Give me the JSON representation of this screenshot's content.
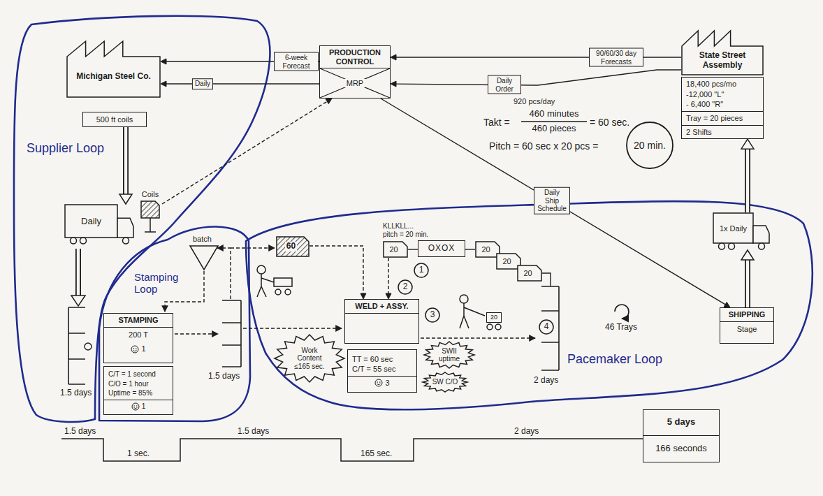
{
  "diagram": {
    "nodes": [
      {
        "text": [
          "Michigan Steel Co."
        ]
      },
      {
        "text": [
          "500 ft coils"
        ]
      },
      {
        "text": [
          "PRODUCTION CONTROL",
          "MRP"
        ]
      },
      {
        "text": [
          "State Street Assembly"
        ]
      },
      {
        "text": [
          "18,400 pcs/mo",
          "-12,000 \"L\"",
          "- 6,400 \"R\"",
          "Tray = 20 pieces",
          "2 Shifts"
        ]
      },
      {
        "text": [
          "Coils"
        ]
      },
      {
        "text": [
          "Daily"
        ]
      },
      {
        "text": [
          "60"
        ]
      },
      {
        "text": [
          "20"
        ]
      },
      {
        "text": [
          "OXOX"
        ]
      },
      {
        "text": [
          "20"
        ]
      },
      {
        "text": [
          "20"
        ]
      },
      {
        "text": [
          "20"
        ]
      },
      {
        "text": [
          "1x Daily"
        ]
      },
      {
        "text": [
          "1"
        ]
      },
      {
        "text": [
          "2"
        ]
      },
      {
        "text": [
          "STAMPING",
          "200 T",
          "1"
        ]
      },
      {
        "text": [
          "WELD + ASSY."
        ]
      },
      {
        "text": [
          "3"
        ]
      },
      {
        "text": [
          "4"
        ]
      },
      {
        "text": [
          "SHIPPING",
          "Stage"
        ]
      },
      {
        "text": [
          "Work Content ≤165 sec."
        ]
      },
      {
        "text": [
          "C/T = 1 second",
          "C/O = 1 hour",
          "Uptime = 85%",
          "1"
        ]
      },
      {
        "text": [
          "TT = 60 sec",
          "C/T = 55 sec",
          "3"
        ]
      },
      {
        "text": [
          "SWII uptime"
        ]
      },
      {
        "text": [
          "SW C/O"
        ]
      },
      {
        "text": [
          "5 days",
          "166 seconds"
        ]
      },
      {
        "text": [
          "20"
        ]
      }
    ],
    "edges": [
      {
        "from": 2,
        "to": 0,
        "label": "6-week Forecast",
        "arrow": "to"
      },
      {
        "from": 2,
        "to": 0,
        "label": "Daily",
        "arrow": "to"
      },
      {
        "from": 3,
        "to": 2,
        "label": "90/60/30 day Forecasts",
        "arrow": "to"
      },
      {
        "from": 3,
        "to": 2,
        "label": "Daily Order",
        "arrow": "to"
      },
      {
        "from": 2,
        "to": 20,
        "label": "Daily Ship Schedule",
        "arrow": "to"
      },
      {
        "from": 5,
        "to": 2,
        "arrow": "to"
      },
      {
        "from": 1,
        "to": 6,
        "arrow": "to"
      },
      {
        "from": 8,
        "to": 17,
        "arrow": "to"
      },
      {
        "from": 20,
        "to": 13,
        "arrow": "to"
      },
      {
        "from": 13,
        "to": 4,
        "arrow": "to"
      },
      {
        "from": 8,
        "to": 9,
        "arrow": "none"
      },
      {
        "from": 9,
        "to": 10,
        "arrow": "none"
      },
      {
        "from": 7,
        "to": 17,
        "arrow": "to"
      }
    ],
    "labels": [
      "920 pcs/day",
      "Takt =",
      "460 minutes",
      "460 pieces",
      "= 60 sec.",
      "Pitch = 60 sec x 20 pcs =",
      "20 min.",
      "Supplier Loop",
      "batch",
      "Stamping Loop",
      "KLLKLL...",
      "pitch = 20 min.",
      "1.5 days",
      "1.5 days",
      "2 days",
      "46 Trays",
      "Pacemaker Loop",
      "1.5 days",
      "1 sec.",
      "1.5 days",
      "165 sec.",
      "2 days"
    ]
  }
}
